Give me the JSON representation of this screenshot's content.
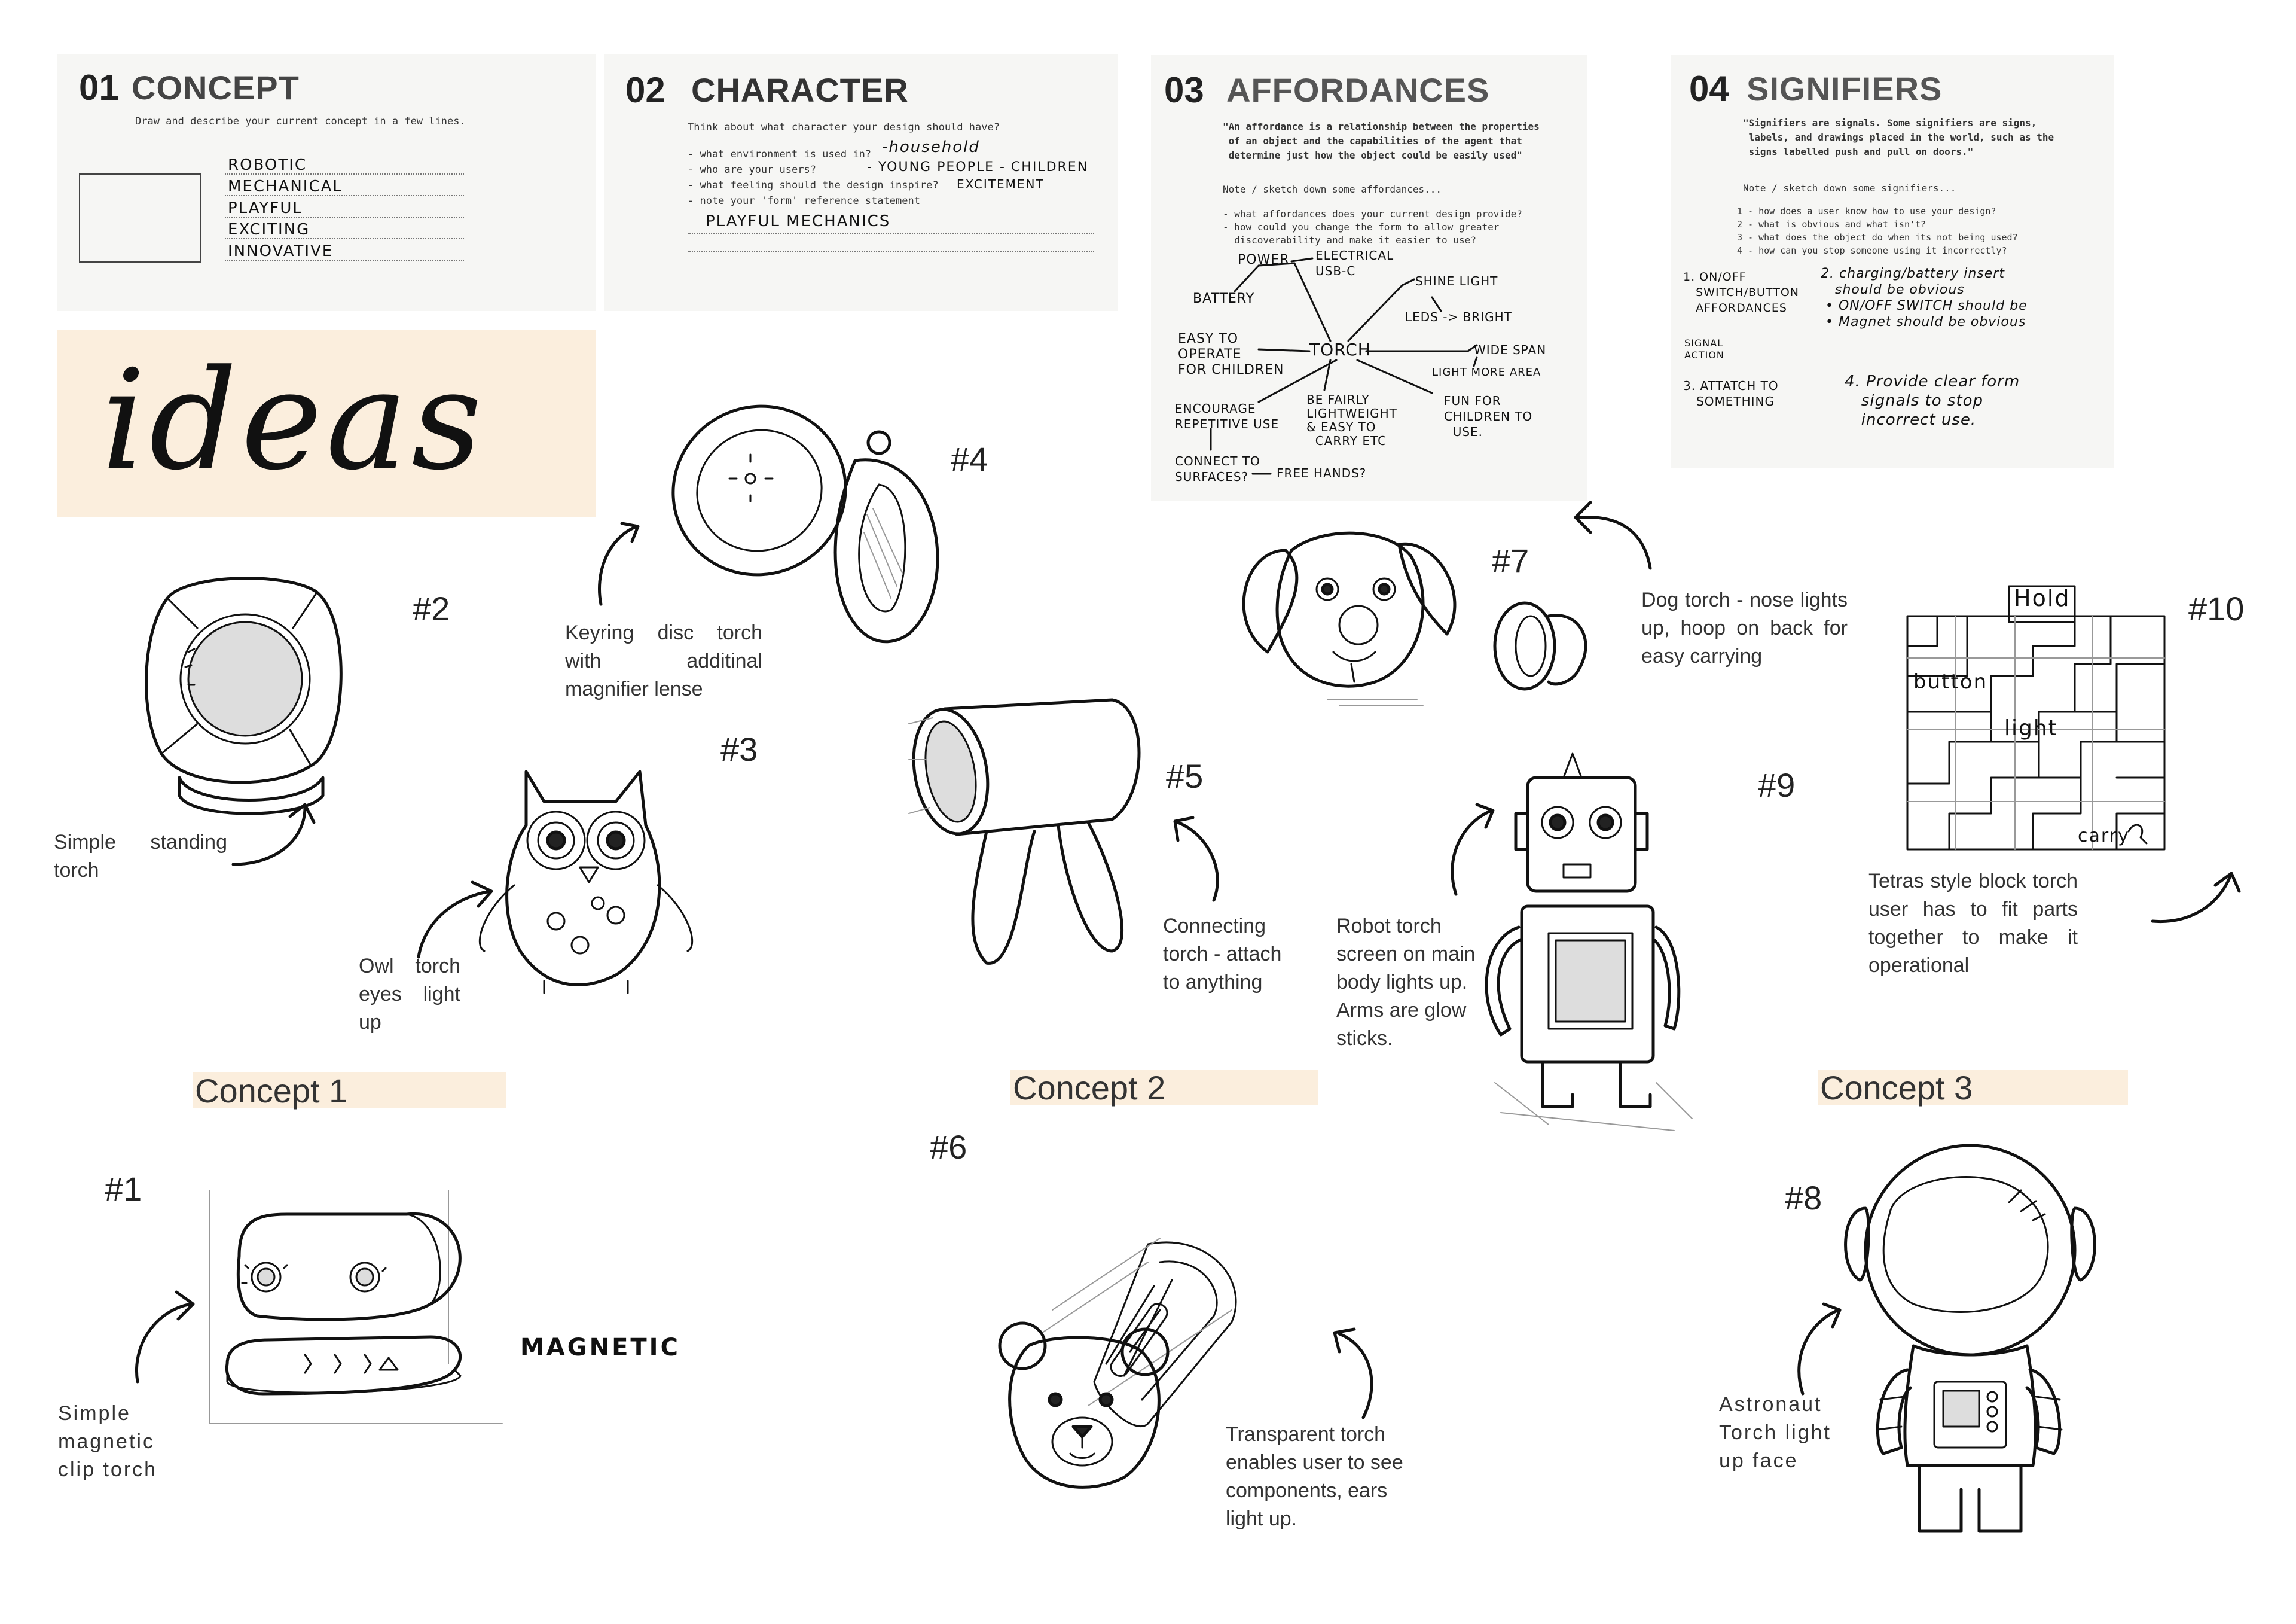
{
  "sheets": {
    "concept": {
      "number": "01",
      "title": "CONCEPT",
      "instruction": "Draw and describe your current concept in a few lines.",
      "words": [
        "ROBOTIC",
        "MECHANICAL",
        "PLAYFUL",
        "EXCITING",
        "INNOVATIVE"
      ]
    },
    "character": {
      "number": "02",
      "title": "CHARACTER",
      "instruction": "Think about what character your design should have?",
      "questions": [
        "- what environment is used in?",
        "- who are your users?",
        "- what feeling should the design inspire?",
        "- note your 'form' reference statement"
      ],
      "answers": [
        "-household",
        "- YOUNG PEOPLE - CHILDREN",
        "EXCITEMENT"
      ],
      "statement": "PLAYFUL MECHANICS"
    },
    "affordances": {
      "number": "03",
      "title": "AFFORDANCES",
      "quote": "\"An affordance is a relationship between the properties\n of an object and the capabilities of the agent that\n determine just how the object could be easily used\"",
      "note": "Note / sketch down some affordances...",
      "questions": "- what affordances does your current design provide?\n- how could you change the form to allow greater\n  discoverability and make it easier to use?",
      "mindmap": {
        "center": "TORCH",
        "power": "POWER",
        "electrical": "ELECTRICAL\nUSB-C",
        "battery": "BATTERY",
        "shine": "SHINE LIGHT",
        "leds": "LEDS -> BRIGHT",
        "widespan": "WIDE SPAN",
        "lightarea": "LIGHT MORE AREA",
        "easy": "EASY TO\nOPERATE\nFOR CHILDREN",
        "encourage": "ENCOURAGE\nREPETITIVE USE",
        "lightweight": "BE FAIRLY\nLIGHTWEIGHT\n& EASY TO\n  CARRY ETC",
        "fun": "FUN FOR\nCHILDREN TO\n  USE.",
        "connect": "CONNECT TO\nSURFACES?",
        "free": "FREE HANDS?"
      }
    },
    "signifiers": {
      "number": "04",
      "title": "SIGNIFIERS",
      "quote": "\"Signifiers are signals. Some signifiers are signs,\n labels, and drawings placed in the world, such as the\n signs labelled push and pull on doors.\"",
      "note": "Note / sketch down some signifiers...",
      "questions": "1 - how does a user know how to use your design?\n2 - what is obvious and what isn't?\n3 - what does the object do when its not being used?\n4 - how can you stop someone using it incorrectly?",
      "notes": {
        "n1": "1. ON/OFF\n   SWITCH/BUTTON\n   AFFORDANCES",
        "n1b": "SIGNAL\nACTION",
        "n2": "2. charging/battery insert\n   should be obvious\n • ON/OFF SWITCH should be\n • Magnet should be obvious",
        "n3": "3. ATTATCH TO\n   SOMETHING",
        "n4": "4. Provide clear form\n   signals to stop\n   incorrect use."
      }
    }
  },
  "heading": "ideas",
  "ideas": [
    {
      "number": "#1",
      "caption": "Simple magnetic clip torch",
      "label": "MAGNETIC"
    },
    {
      "number": "#2",
      "caption": "Simple standing torch"
    },
    {
      "number": "#3",
      "caption": "Owl torch eyes light up"
    },
    {
      "number": "#4",
      "caption": "Keyring disc torch with additinal magnifier lense"
    },
    {
      "number": "#5",
      "caption": "Connecting torch - attach to anything"
    },
    {
      "number": "#6",
      "caption": "Transparent torch enables user to see components, ears light up."
    },
    {
      "number": "#7",
      "caption": "Dog torch - nose lights up, hoop on back for easy carrying"
    },
    {
      "number": "#8",
      "caption": "Astronaut Torch light up face"
    },
    {
      "number": "#9",
      "caption": "Robot torch screen on main body lights up. Arms are glow sticks."
    },
    {
      "number": "#10",
      "caption": "Tetras style block torch user has to fit parts together to make it operational",
      "labels": {
        "hold": "Hold",
        "button": "button",
        "light": "light",
        "carry": "carry"
      }
    }
  ],
  "concepts": [
    "Concept 1",
    "Concept 2",
    "Concept 3"
  ]
}
